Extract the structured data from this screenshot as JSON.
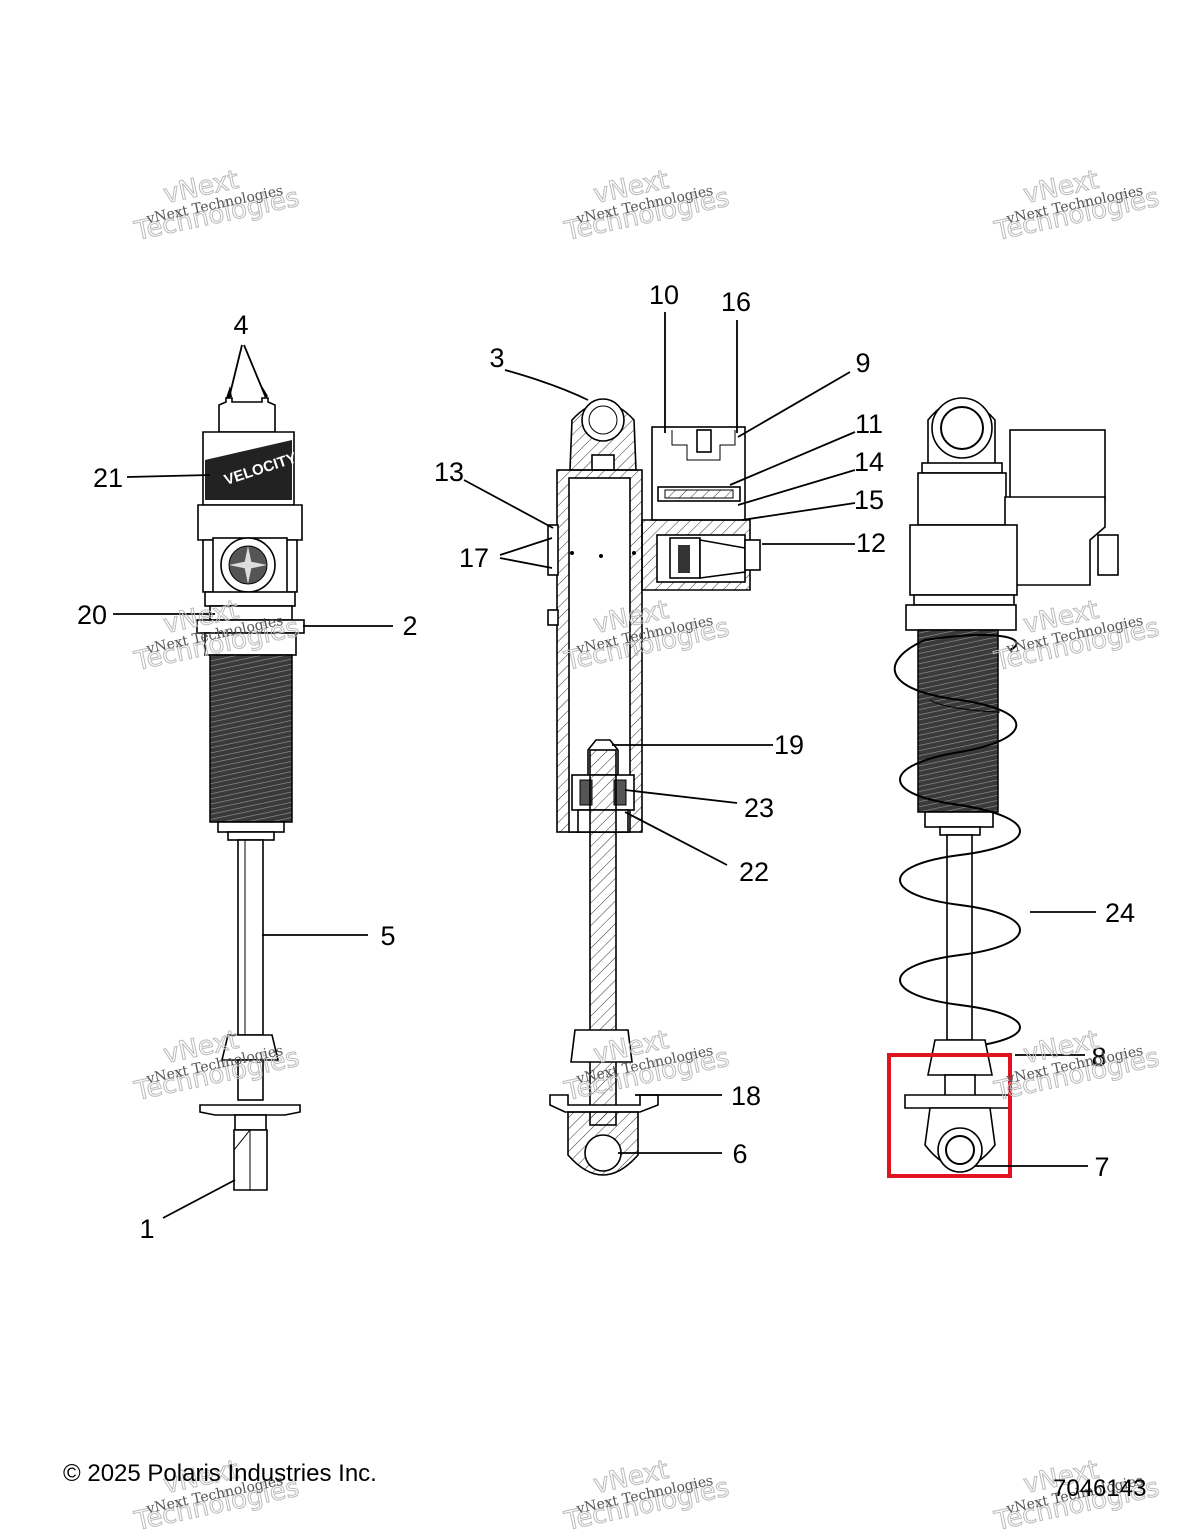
{
  "callouts": [
    {
      "id": "1",
      "label": "1"
    },
    {
      "id": "2",
      "label": "2"
    },
    {
      "id": "3",
      "label": "3"
    },
    {
      "id": "4",
      "label": "4"
    },
    {
      "id": "5",
      "label": "5"
    },
    {
      "id": "6",
      "label": "6"
    },
    {
      "id": "7",
      "label": "7"
    },
    {
      "id": "8",
      "label": "8"
    },
    {
      "id": "9",
      "label": "9"
    },
    {
      "id": "10",
      "label": "10"
    },
    {
      "id": "11",
      "label": "11"
    },
    {
      "id": "12",
      "label": "12"
    },
    {
      "id": "13",
      "label": "13"
    },
    {
      "id": "14",
      "label": "14"
    },
    {
      "id": "15",
      "label": "15"
    },
    {
      "id": "16",
      "label": "16"
    },
    {
      "id": "17",
      "label": "17"
    },
    {
      "id": "18",
      "label": "18"
    },
    {
      "id": "19",
      "label": "19"
    },
    {
      "id": "20",
      "label": "20"
    },
    {
      "id": "21",
      "label": "21"
    },
    {
      "id": "22",
      "label": "22"
    },
    {
      "id": "23",
      "label": "23"
    },
    {
      "id": "24",
      "label": "24"
    }
  ],
  "watermark": {
    "line1": "vNext Technologies",
    "line2": "vNext",
    "line3": "Technologies"
  },
  "shock_logo": {
    "text": "VELOCITY"
  },
  "highlight": {
    "color": "#e0141e"
  },
  "footer": {
    "copyright": "© 2025 Polaris Industries Inc.",
    "figure_id": "7046143"
  }
}
